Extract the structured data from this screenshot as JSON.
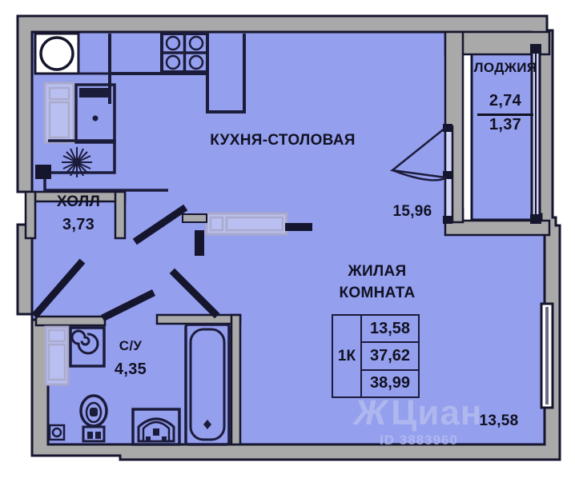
{
  "document": {
    "kind": "apartment-floor-plan",
    "type_label": "1К"
  },
  "colors": {
    "floor": "#949fee",
    "wall_fill": "#a9a9a9",
    "wall_stroke": "#15152e",
    "fixture_stroke": "#1b1b3a",
    "fixture_light": "#b9bff0",
    "white": "#ffffff",
    "text": "#111122",
    "watermark": "#b9bff0"
  },
  "rooms": [
    {
      "id": "kitchen",
      "name": "КУХНЯ-СТОЛОВАЯ",
      "area": "15,96"
    },
    {
      "id": "hall",
      "name": "ХОЛЛ",
      "area": "3,73"
    },
    {
      "id": "bathroom",
      "name": "С/У",
      "area": "4,35"
    },
    {
      "id": "living_l1",
      "name": "ЖИЛАЯ",
      "area": ""
    },
    {
      "id": "living_l2",
      "name": "КОМНАТА",
      "area": "13,58"
    },
    {
      "id": "loggia",
      "name": "ЛОДЖИЯ",
      "area": "2,74",
      "area2": "1,37"
    }
  ],
  "labels": {
    "kitchen_name": "КУХНЯ-СТОЛОВАЯ",
    "kitchen_area": "15,96",
    "hall_name": "ХОЛЛ",
    "hall_area": "3,73",
    "bath_name": "С/У",
    "bath_area": "4,35",
    "living_name_line1": "ЖИЛАЯ",
    "living_name_line2": "КОМНАТА",
    "living_area": "13,58",
    "loggia_name": "ЛОДЖИЯ",
    "loggia_area_top": "2,74",
    "loggia_area_bottom": "1,37"
  },
  "area_table": {
    "rooms_label": "1К",
    "living_area": "13,58",
    "total_area": "37,62",
    "total_with_loggia": "38,99"
  },
  "fixtures": [
    {
      "name": "round-vent-icon",
      "room": "kitchen"
    },
    {
      "name": "sink-icon",
      "room": "kitchen"
    },
    {
      "name": "refrigerator-icon",
      "room": "kitchen"
    },
    {
      "name": "stove-four-burner-icon",
      "room": "kitchen"
    },
    {
      "name": "countertop-icon",
      "room": "kitchen"
    },
    {
      "name": "plant-icon",
      "room": "kitchen"
    },
    {
      "name": "bed-icon",
      "room": "living"
    },
    {
      "name": "washing-machine-icon",
      "room": "bathroom"
    },
    {
      "name": "towel-radiator-icon",
      "room": "bathroom"
    },
    {
      "name": "toilet-icon",
      "room": "bathroom"
    },
    {
      "name": "washbasin-icon",
      "room": "bathroom"
    },
    {
      "name": "bathtub-icon",
      "room": "bathroom"
    },
    {
      "name": "floor-drain-icon",
      "room": "bathroom"
    }
  ],
  "openings": [
    {
      "name": "entrance-door",
      "wall": "left"
    },
    {
      "name": "balcony-door",
      "wall": "kitchen-right"
    },
    {
      "name": "loggia-glazing",
      "wall": "right"
    },
    {
      "name": "living-room-window",
      "wall": "right"
    },
    {
      "name": "hall-door",
      "wall": "interior"
    },
    {
      "name": "bathroom-door",
      "wall": "interior"
    },
    {
      "name": "living-room-door",
      "wall": "interior"
    }
  ],
  "watermark": {
    "main": "Циан",
    "sub": "ID 3883960"
  }
}
